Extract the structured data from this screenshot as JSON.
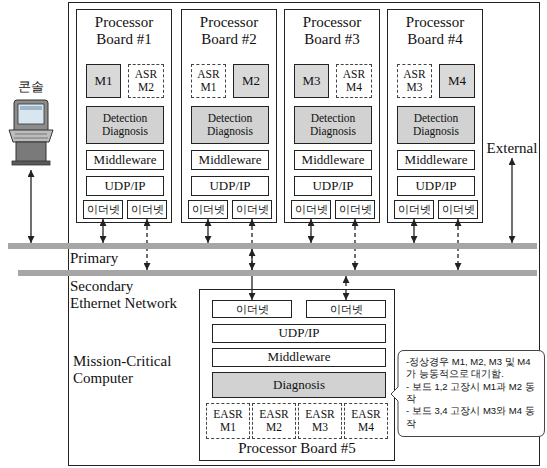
{
  "diagram": {
    "nodes": [
      {
        "text": [
          "Mission-Critical Computer"
        ]
      },
      {
        "text": [
          "Processor Board #1"
        ],
        "in": 0
      },
      {
        "text": [
          "M1"
        ],
        "in": 1
      },
      {
        "text": [
          "ASR M2"
        ],
        "in": 1
      },
      {
        "text": [
          "Detection Diagnosis"
        ],
        "in": 1
      },
      {
        "text": [
          "Middleware"
        ],
        "in": 1
      },
      {
        "text": [
          "UDP/IP"
        ],
        "in": 1
      },
      {
        "text": [
          "이더넷"
        ],
        "in": 1
      },
      {
        "text": [
          "이더넷"
        ],
        "in": 1
      },
      {
        "text": [
          "Processor Board #2"
        ],
        "in": 0
      },
      {
        "text": [
          "ASR M1"
        ],
        "in": 9
      },
      {
        "text": [
          "M2"
        ],
        "in": 9
      },
      {
        "text": [
          "Detection Diagnosis"
        ],
        "in": 9
      },
      {
        "text": [
          "Middleware"
        ],
        "in": 9
      },
      {
        "text": [
          "UDP/IP"
        ],
        "in": 9
      },
      {
        "text": [
          "이더넷"
        ],
        "in": 9
      },
      {
        "text": [
          "이더넷"
        ],
        "in": 9
      },
      {
        "text": [
          "Processor Board #3"
        ],
        "in": 0
      },
      {
        "text": [
          "M3"
        ],
        "in": 17
      },
      {
        "text": [
          "ASR M4"
        ],
        "in": 17
      },
      {
        "text": [
          "Detection Diagnosis"
        ],
        "in": 17
      },
      {
        "text": [
          "Middleware"
        ],
        "in": 17
      },
      {
        "text": [
          "UDP/IP"
        ],
        "in": 17
      },
      {
        "text": [
          "이더넷"
        ],
        "in": 17
      },
      {
        "text": [
          "이더넷"
        ],
        "in": 17
      },
      {
        "text": [
          "Processor Board #4"
        ],
        "in": 0
      },
      {
        "text": [
          "ASR M3"
        ],
        "in": 25
      },
      {
        "text": [
          "M4"
        ],
        "in": 25
      },
      {
        "text": [
          "Detection Diagnosis"
        ],
        "in": 25
      },
      {
        "text": [
          "Middleware"
        ],
        "in": 25
      },
      {
        "text": [
          "UDP/IP"
        ],
        "in": 25
      },
      {
        "text": [
          "이더넷"
        ],
        "in": 25
      },
      {
        "text": [
          "이더넷"
        ],
        "in": 25
      },
      {
        "text": [
          "Primary"
        ]
      },
      {
        "text": [
          "Secondary Ethernet Network"
        ]
      },
      {
        "text": [
          "Processor Board #5"
        ],
        "in": 0
      },
      {
        "text": [
          "이더넷"
        ],
        "in": 35
      },
      {
        "text": [
          "이더넷"
        ],
        "in": 35
      },
      {
        "text": [
          "UDP/IP"
        ],
        "in": 35
      },
      {
        "text": [
          "Middleware"
        ],
        "in": 35
      },
      {
        "text": [
          "Diagnosis"
        ],
        "in": 35
      },
      {
        "text": [
          "EASR M1"
        ],
        "in": 35
      },
      {
        "text": [
          "EASR M2"
        ],
        "in": 35
      },
      {
        "text": [
          "EASR M3"
        ],
        "in": 35
      },
      {
        "text": [
          "EASR M4"
        ],
        "in": 35
      },
      {
        "text": [
          "콘솔"
        ]
      },
      {
        "text": [
          "External"
        ]
      },
      {
        "text": [
          "-정상경우 M1, M2, M3 및 M4 가 능동적으로 대기함.",
          "- 보드 1,2 고장시 M1과 M2 동작",
          "- 보드 3,4 고장시 M3와 M4 동작"
        ]
      }
    ],
    "edges": [
      {
        "from": 45,
        "to": 33,
        "arrow": "both"
      },
      {
        "from": 7,
        "to": 33,
        "arrow": "both"
      },
      {
        "from": 8,
        "to": 34,
        "arrow": "both"
      },
      {
        "from": 15,
        "to": 33,
        "arrow": "both"
      },
      {
        "from": 16,
        "to": 34,
        "arrow": "both"
      },
      {
        "from": 23,
        "to": 33,
        "arrow": "both"
      },
      {
        "from": 24,
        "to": 34,
        "arrow": "both"
      },
      {
        "from": 31,
        "to": 33,
        "arrow": "both"
      },
      {
        "from": 32,
        "to": 34,
        "arrow": "both"
      },
      {
        "from": 36,
        "to": 33,
        "arrow": "both"
      },
      {
        "from": 37,
        "to": 34,
        "arrow": "both"
      },
      {
        "from": 46,
        "to": 33,
        "arrow": "both"
      }
    ]
  }
}
